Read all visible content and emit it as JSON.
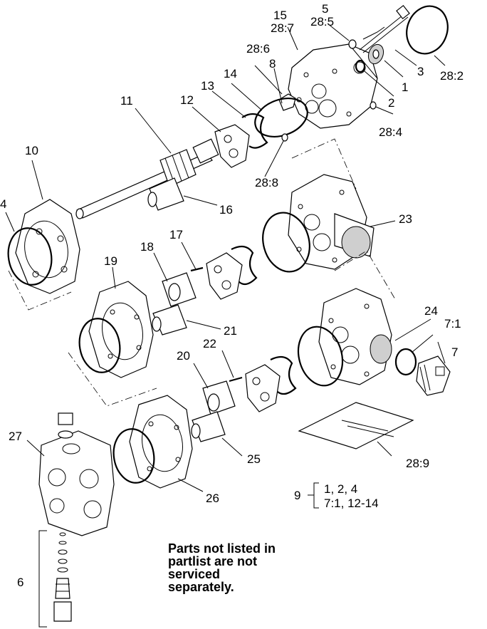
{
  "callouts": {
    "n1": "1",
    "n2": "2",
    "n3": "3",
    "n4": "4",
    "n5": "5",
    "n6": "6",
    "n7": "7",
    "n7_1": "7:1",
    "n8": "8",
    "n9": "9",
    "n10": "10",
    "n11": "11",
    "n12": "12",
    "n13": "13",
    "n14": "14",
    "n15": "15",
    "n16": "16",
    "n17": "17",
    "n18": "18",
    "n19": "19",
    "n20": "20",
    "n21": "21",
    "n22": "22",
    "n23": "23",
    "n24": "24",
    "n25": "25",
    "n26": "26",
    "n27": "27",
    "n28_2": "28:2",
    "n28_4": "28:4",
    "n28_5": "28:5",
    "n28_6": "28:6",
    "n28_7": "28:7",
    "n28_8": "28:8",
    "n28_9": "28:9"
  },
  "kit": {
    "number": "9",
    "line1": "1, 2, 4",
    "line2": "7:1, 12-14"
  },
  "note": {
    "line1": "Parts not listed in",
    "line2": "partlist are not",
    "line3": "serviced",
    "line4": "separately."
  }
}
